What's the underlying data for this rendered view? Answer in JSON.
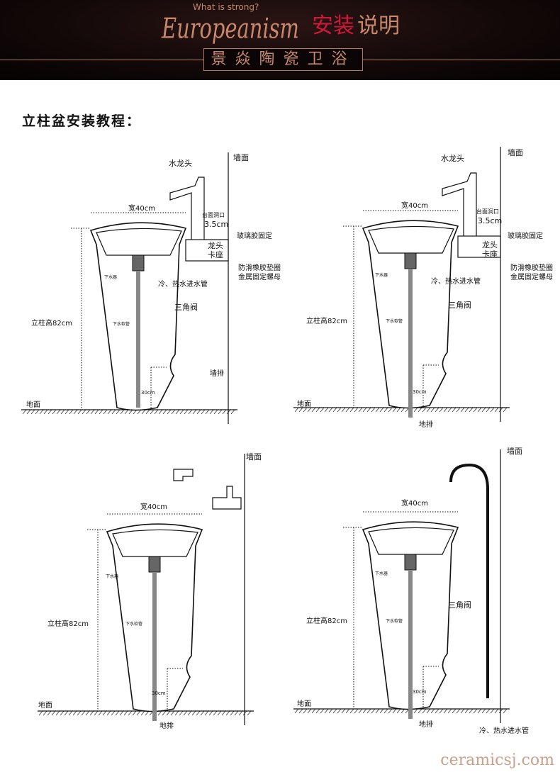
{
  "header": {
    "tagline": "What is strong?",
    "script_title": "Europeanism",
    "title_red": "安装",
    "title_rest": "说明",
    "brand": "景焱陶瓷卫浴"
  },
  "page_title": "立柱盆安装教程：",
  "panels": [
    {
      "faucet": "水龙头",
      "wall": "墙面",
      "width": "宽40cm",
      "hole_label": "台面洞口",
      "hole_size": "3.5cm",
      "glue": "玻璃胶固定",
      "seat_1": "龙头",
      "seat_2": "卡座",
      "gasket": "防滑橡胶垫圈",
      "nut": "金属固定螺母",
      "drain": "下水器",
      "pipes": "冷、热水进水管",
      "valve": "三角阀",
      "height": "立柱高82cm",
      "hose": "下水软管",
      "wall_drain": "墙排",
      "dist": "30cm",
      "floor": "地面"
    },
    {
      "faucet": "水龙头",
      "wall": "墙面",
      "width": "宽40cm",
      "hole_label": "台面洞口",
      "hole_size": "3.5cm",
      "glue": "玻璃胶固定",
      "seat_1": "龙头",
      "seat_2": "卡座",
      "gasket": "防滑橡胶垫圈",
      "nut": "金属固定螺母",
      "drain": "下水器",
      "pipes": "冷、热水进水管",
      "valve": "三角阀",
      "height": "立柱高82cm",
      "hose": "下水软管",
      "dist": "30cm",
      "floor": "地面",
      "floor_drain": "地排"
    },
    {
      "wall": "墙面",
      "width": "宽40cm",
      "drain": "下水器",
      "height": "立柱高82cm",
      "hose": "下水软管",
      "dist": "30cm",
      "floor": "地面",
      "floor_drain": "地排"
    },
    {
      "wall": "墙面",
      "width": "宽40cm",
      "drain": "下水器",
      "valve": "三角阀",
      "height": "立柱高82cm",
      "hose": "下水软管",
      "dist": "30cm",
      "floor": "地面",
      "floor_drain": "地排",
      "pipes": "冷、热水进水管"
    }
  ],
  "watermark": "ceramicsj.com"
}
